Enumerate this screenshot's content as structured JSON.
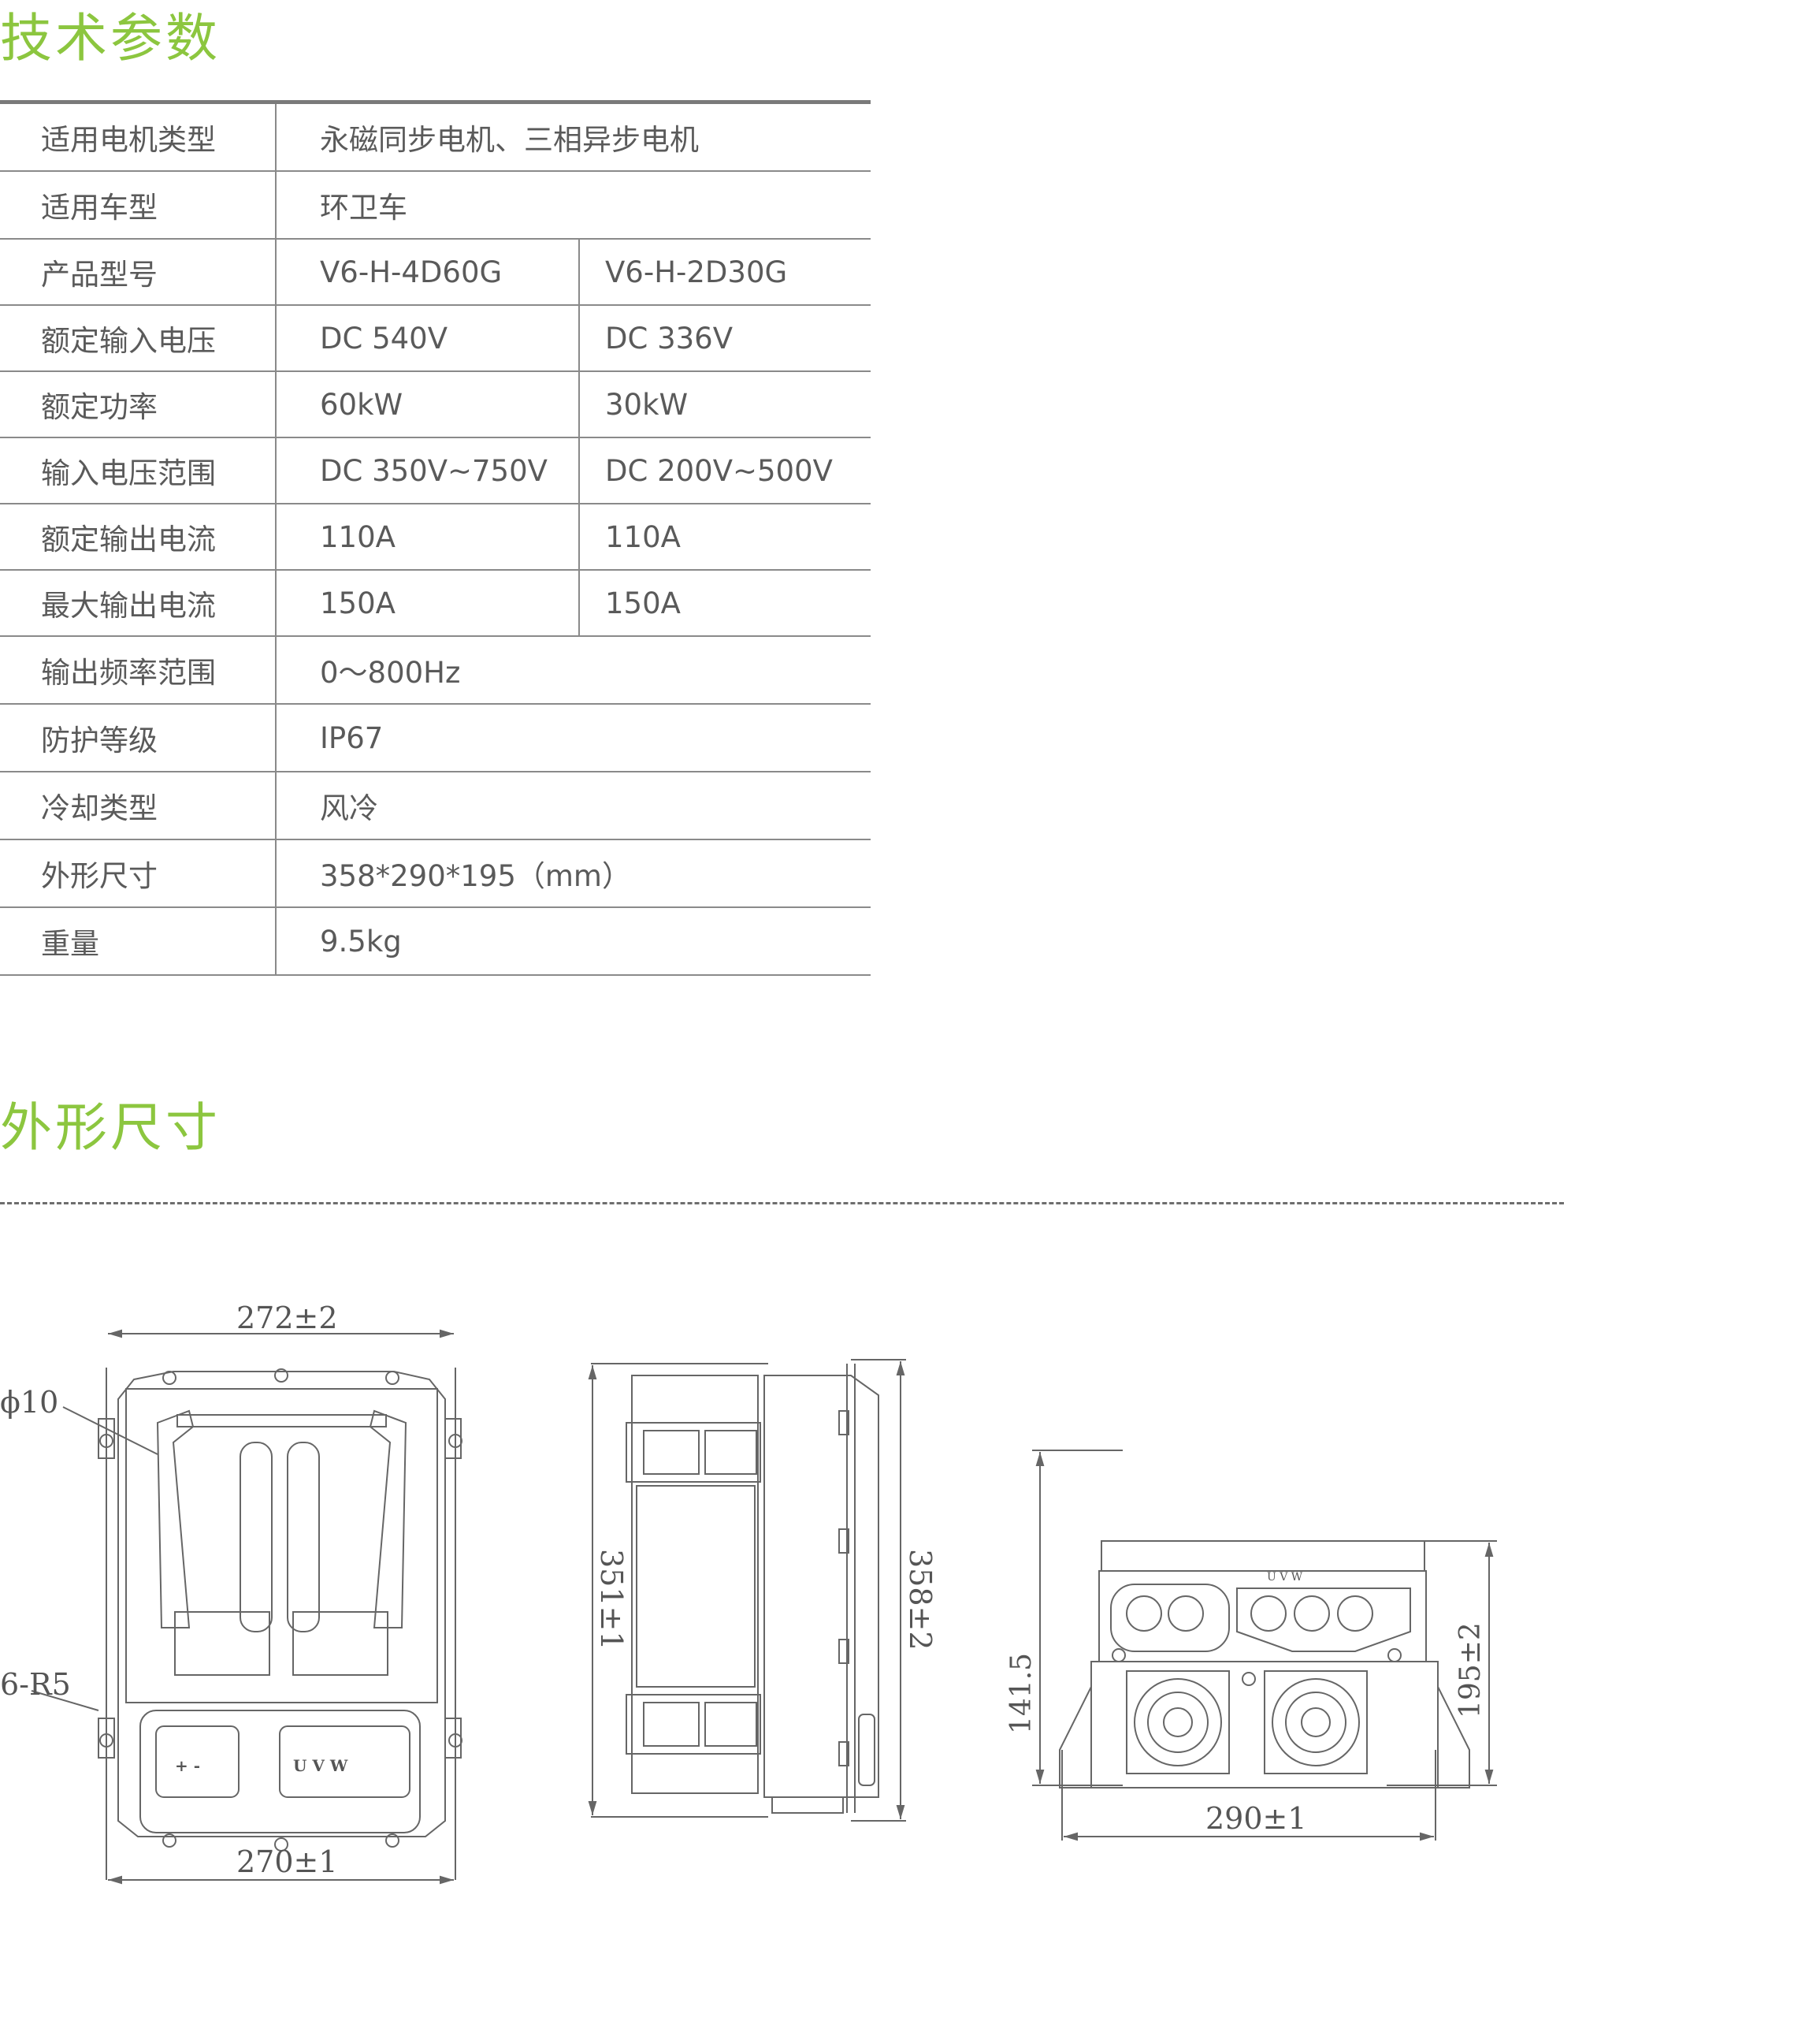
{
  "spec_section": {
    "title": "技术参数"
  },
  "spec_rows": [
    {
      "label": "适用电机类型",
      "value": "永磁同步电机、三相异步电机"
    },
    {
      "label": "适用车型",
      "value": "环卫车"
    },
    {
      "label": "产品型号",
      "v1": "V6-H-4D60G",
      "v2": "V6-H-2D30G"
    },
    {
      "label": "额定输入电压",
      "v1": "DC  540V",
      "v2": "DC 336V"
    },
    {
      "label": "额定功率",
      "v1": "60kW",
      "v2": "30kW"
    },
    {
      "label": "输入电压范围",
      "v1": "DC  350V~750V",
      "v2": "DC  200V~500V"
    },
    {
      "label": "额定输出电流",
      "v1": "110A",
      "v2": "110A"
    },
    {
      "label": "最大输出电流",
      "v1": "150A",
      "v2": "150A"
    },
    {
      "label": "输出频率范围",
      "value": "0～800Hz"
    },
    {
      "label": "防护等级",
      "value": "IP67"
    },
    {
      "label": "冷却类型",
      "value": "风冷"
    },
    {
      "label": "外形尺寸",
      "value": "358*290*195（mm）"
    },
    {
      "label": "重量",
      "value": "9.5kg"
    }
  ],
  "dimension_section": {
    "title": "外形尺寸"
  },
  "drawing": {
    "front": {
      "top_width": "272±2",
      "bottom_width": "270±1",
      "hole_dia": "ϕ10",
      "corner_radius": "6-R5",
      "terminal_left": "+   -",
      "terminal_right": "U   V   W"
    },
    "side": {
      "left_height": "351±1",
      "right_height": "358±2"
    },
    "end": {
      "left_height": "141.5",
      "right_height": "195±2",
      "width": "290±1",
      "phase_labels": "U  V  W"
    }
  }
}
